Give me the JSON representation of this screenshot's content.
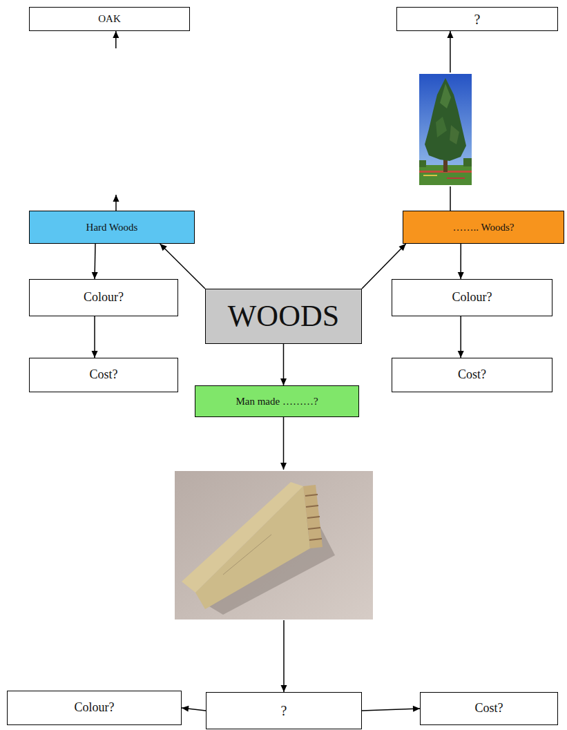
{
  "diagram": {
    "nodes": [
      {
        "text": [
          "OAK"
        ]
      },
      {
        "text": [
          "?"
        ]
      },
      {
        "text": [
          "Hard Woods"
        ]
      },
      {
        "text": [
          "…….. Woods?"
        ]
      },
      {
        "text": [
          "Colour?"
        ]
      },
      {
        "text": [
          "WOODS"
        ]
      },
      {
        "text": [
          "Colour?"
        ]
      },
      {
        "text": [
          "Cost?"
        ]
      },
      {
        "text": [
          "Cost?"
        ]
      },
      {
        "text": [
          "Man made ………?"
        ]
      },
      {
        "text": [
          "?"
        ]
      },
      {
        "text": [
          "Colour?"
        ]
      },
      {
        "text": [
          "Cost?"
        ]
      }
    ],
    "edges": [
      {
        "from": 5,
        "to": 2,
        "arrow": "to"
      },
      {
        "from": 5,
        "to": 3,
        "arrow": "to"
      },
      {
        "from": 5,
        "to": 9,
        "arrow": "to"
      },
      {
        "from": 2,
        "to": 4,
        "arrow": "to"
      },
      {
        "from": 4,
        "to": 7,
        "arrow": "to"
      },
      {
        "from": 3,
        "to": 6,
        "arrow": "to"
      },
      {
        "from": 6,
        "to": 8,
        "arrow": "to"
      },
      {
        "from": 3,
        "to": 1,
        "arrow": "to"
      },
      {
        "from": 2,
        "to": 0,
        "arrow": "to"
      },
      {
        "from": 9,
        "to": 10,
        "arrow": "to"
      },
      {
        "from": 10,
        "to": 11,
        "arrow": "to"
      },
      {
        "from": 10,
        "to": 12,
        "arrow": "to"
      }
    ]
  }
}
